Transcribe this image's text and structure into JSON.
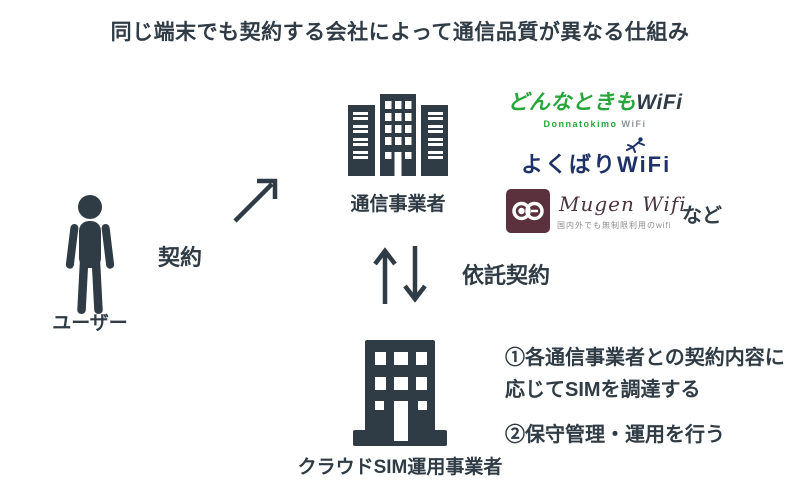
{
  "title": "同じ端末でも契約する会社によって通信品質が異なる仕組み",
  "user": {
    "label": "ユーザー"
  },
  "arrows": {
    "contract": "契約",
    "consignment": "依託契約"
  },
  "carrier": {
    "label": "通信事業者"
  },
  "logos": {
    "donnatokimo": {
      "main_green": "どんなときも",
      "main_dark": "WiFi",
      "sub_green": "Donnatokimo",
      "sub_gray": "WiFi"
    },
    "yokubari": {
      "text": "よくばりWiFi"
    },
    "mugen": {
      "name": "Mugen Wifi",
      "tagline": "国内外でも無制限利用のwifi"
    },
    "etc": "など"
  },
  "cloud_sim": {
    "label": "クラウドSIM運用事業者"
  },
  "notes": {
    "line1": "①各通信事業者との契約内容に",
    "line2": "応じてSIMを調達する",
    "line3": "②保守管理・運用を行う"
  },
  "colors": {
    "dark": "#2f3b45",
    "green": "#27a63c",
    "navy": "#1e3168",
    "maroon": "#5a313d",
    "gray_text": "#8c8c8c"
  }
}
